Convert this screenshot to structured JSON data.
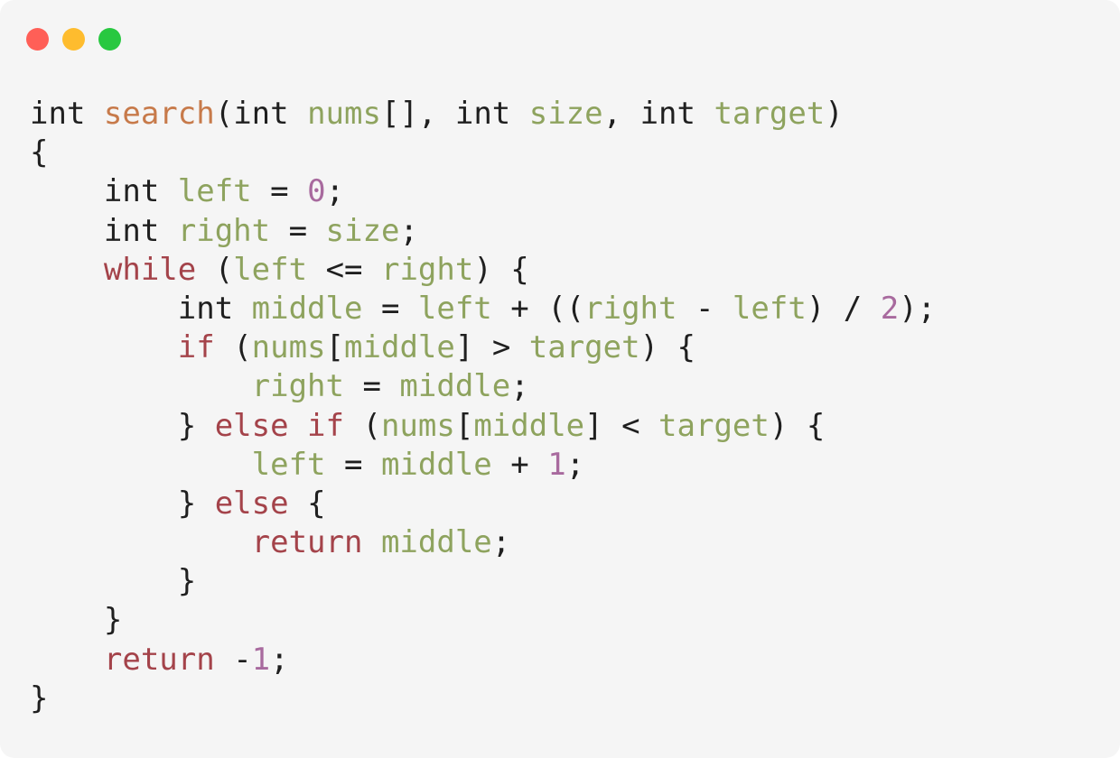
{
  "window": {
    "controls": [
      {
        "name": "close",
        "color": "#ff5f57"
      },
      {
        "name": "minimize",
        "color": "#febc2e"
      },
      {
        "name": "zoom",
        "color": "#28c840"
      }
    ]
  },
  "colors": {
    "background": "#f5f5f5",
    "plain": "#1f1f1f",
    "keyword": "#a4434a",
    "function": "#c77a4a",
    "identifier": "#8ea35e",
    "number": "#a86a9e"
  },
  "code": {
    "language": "c",
    "lines": [
      [
        {
          "t": "int ",
          "k": "plain"
        },
        {
          "t": "search",
          "k": "function"
        },
        {
          "t": "(int ",
          "k": "plain"
        },
        {
          "t": "nums",
          "k": "identifier"
        },
        {
          "t": "[], int ",
          "k": "plain"
        },
        {
          "t": "size",
          "k": "identifier"
        },
        {
          "t": ", int ",
          "k": "plain"
        },
        {
          "t": "target",
          "k": "identifier"
        },
        {
          "t": ")",
          "k": "plain"
        }
      ],
      [
        {
          "t": "{",
          "k": "plain"
        }
      ],
      [
        {
          "t": "    int ",
          "k": "plain"
        },
        {
          "t": "left",
          "k": "identifier"
        },
        {
          "t": " = ",
          "k": "plain"
        },
        {
          "t": "0",
          "k": "number"
        },
        {
          "t": ";",
          "k": "plain"
        }
      ],
      [
        {
          "t": "    int ",
          "k": "plain"
        },
        {
          "t": "right",
          "k": "identifier"
        },
        {
          "t": " = ",
          "k": "plain"
        },
        {
          "t": "size",
          "k": "identifier"
        },
        {
          "t": ";",
          "k": "plain"
        }
      ],
      [
        {
          "t": "    ",
          "k": "plain"
        },
        {
          "t": "while",
          "k": "keyword"
        },
        {
          "t": " (",
          "k": "plain"
        },
        {
          "t": "left",
          "k": "identifier"
        },
        {
          "t": " <= ",
          "k": "plain"
        },
        {
          "t": "right",
          "k": "identifier"
        },
        {
          "t": ") {",
          "k": "plain"
        }
      ],
      [
        {
          "t": "        int ",
          "k": "plain"
        },
        {
          "t": "middle",
          "k": "identifier"
        },
        {
          "t": " = ",
          "k": "plain"
        },
        {
          "t": "left",
          "k": "identifier"
        },
        {
          "t": " + ((",
          "k": "plain"
        },
        {
          "t": "right",
          "k": "identifier"
        },
        {
          "t": " - ",
          "k": "plain"
        },
        {
          "t": "left",
          "k": "identifier"
        },
        {
          "t": ") / ",
          "k": "plain"
        },
        {
          "t": "2",
          "k": "number"
        },
        {
          "t": ");",
          "k": "plain"
        }
      ],
      [
        {
          "t": "        ",
          "k": "plain"
        },
        {
          "t": "if",
          "k": "keyword"
        },
        {
          "t": " (",
          "k": "plain"
        },
        {
          "t": "nums",
          "k": "identifier"
        },
        {
          "t": "[",
          "k": "plain"
        },
        {
          "t": "middle",
          "k": "identifier"
        },
        {
          "t": "] > ",
          "k": "plain"
        },
        {
          "t": "target",
          "k": "identifier"
        },
        {
          "t": ") {",
          "k": "plain"
        }
      ],
      [
        {
          "t": "            ",
          "k": "plain"
        },
        {
          "t": "right",
          "k": "identifier"
        },
        {
          "t": " = ",
          "k": "plain"
        },
        {
          "t": "middle",
          "k": "identifier"
        },
        {
          "t": ";",
          "k": "plain"
        }
      ],
      [
        {
          "t": "        } ",
          "k": "plain"
        },
        {
          "t": "else if",
          "k": "keyword"
        },
        {
          "t": " (",
          "k": "plain"
        },
        {
          "t": "nums",
          "k": "identifier"
        },
        {
          "t": "[",
          "k": "plain"
        },
        {
          "t": "middle",
          "k": "identifier"
        },
        {
          "t": "] < ",
          "k": "plain"
        },
        {
          "t": "target",
          "k": "identifier"
        },
        {
          "t": ") {",
          "k": "plain"
        }
      ],
      [
        {
          "t": "            ",
          "k": "plain"
        },
        {
          "t": "left",
          "k": "identifier"
        },
        {
          "t": " = ",
          "k": "plain"
        },
        {
          "t": "middle",
          "k": "identifier"
        },
        {
          "t": " + ",
          "k": "plain"
        },
        {
          "t": "1",
          "k": "number"
        },
        {
          "t": ";",
          "k": "plain"
        }
      ],
      [
        {
          "t": "        } ",
          "k": "plain"
        },
        {
          "t": "else",
          "k": "keyword"
        },
        {
          "t": " {",
          "k": "plain"
        }
      ],
      [
        {
          "t": "            ",
          "k": "plain"
        },
        {
          "t": "return",
          "k": "keyword"
        },
        {
          "t": " ",
          "k": "plain"
        },
        {
          "t": "middle",
          "k": "identifier"
        },
        {
          "t": ";",
          "k": "plain"
        }
      ],
      [
        {
          "t": "        }",
          "k": "plain"
        }
      ],
      [
        {
          "t": "    }",
          "k": "plain"
        }
      ],
      [
        {
          "t": "    ",
          "k": "plain"
        },
        {
          "t": "return",
          "k": "keyword"
        },
        {
          "t": " -",
          "k": "plain"
        },
        {
          "t": "1",
          "k": "number"
        },
        {
          "t": ";",
          "k": "plain"
        }
      ],
      [
        {
          "t": "}",
          "k": "plain"
        }
      ]
    ]
  }
}
